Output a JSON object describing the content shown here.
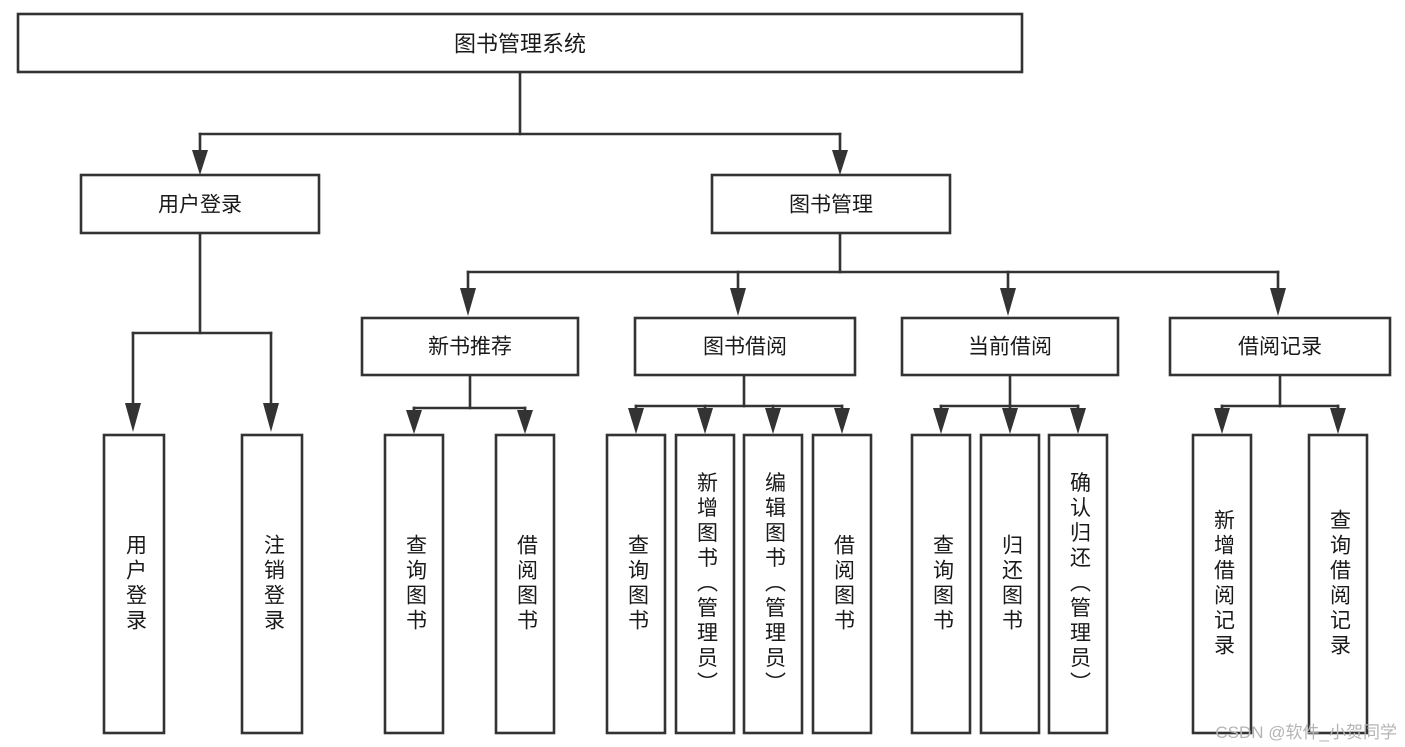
{
  "diagram": {
    "title": "图书管理系统",
    "watermark": "CSDN @软件_小贺同学",
    "stroke_color": "#333333",
    "fill_color": "#ffffff",
    "text_color": "#1a1a1a",
    "watermark_color": "#b4b4b4",
    "root": {
      "label": "图书管理系统"
    },
    "level2": [
      {
        "label": "用户登录"
      },
      {
        "label": "图书管理"
      }
    ],
    "level3": [
      {
        "label": "新书推荐"
      },
      {
        "label": "图书借阅"
      },
      {
        "label": "当前借阅"
      },
      {
        "label": "借阅记录"
      }
    ],
    "leaves": {
      "user_login": [
        {
          "label": "用户登录"
        },
        {
          "label": "注销登录"
        }
      ],
      "new_book_recommend": [
        {
          "label": "查询图书"
        },
        {
          "label": "借阅图书"
        }
      ],
      "book_borrow": [
        {
          "label": "查询图书"
        },
        {
          "label": "新增图书（管理员）"
        },
        {
          "label": "编辑图书（管理员）"
        },
        {
          "label": "借阅图书"
        }
      ],
      "current_borrow": [
        {
          "label": "查询图书"
        },
        {
          "label": "归还图书"
        },
        {
          "label": "确认归还（管理员）"
        }
      ],
      "borrow_record": [
        {
          "label": "新增借阅记录"
        },
        {
          "label": "查询借阅记录"
        }
      ]
    }
  }
}
